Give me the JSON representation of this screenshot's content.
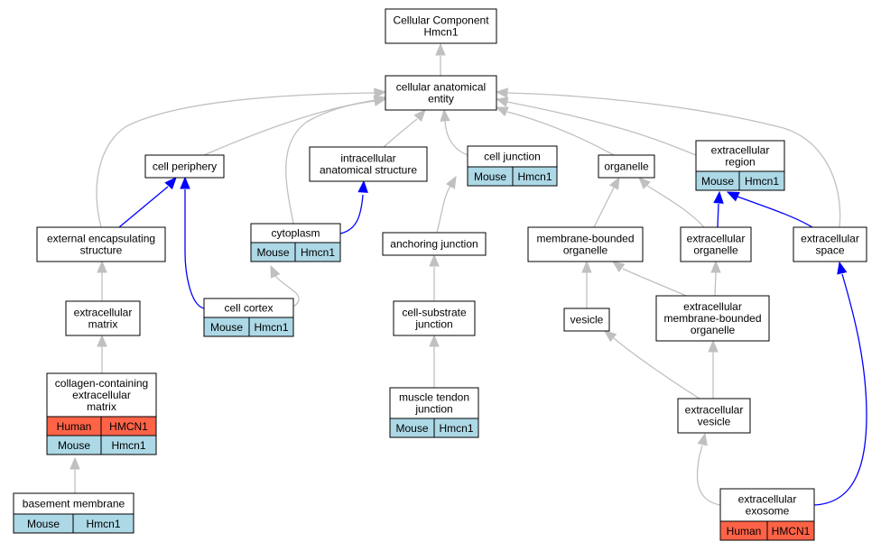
{
  "colors": {
    "gray_edge": "#c0c0c0",
    "blue_edge": "#0000ff",
    "mouse": "#add8e6",
    "human": "#ff6347",
    "node_fill": "#ffffff",
    "border": "#000000"
  },
  "nodes": [
    {
      "id": "cellular-component",
      "lines": [
        "Cellular Component",
        "Hmcn1"
      ],
      "rows": []
    },
    {
      "id": "cellular-anatomical-entity",
      "lines": [
        "cellular anatomical",
        "entity"
      ],
      "rows": []
    },
    {
      "id": "cell-periphery",
      "lines": [
        "cell periphery"
      ],
      "rows": []
    },
    {
      "id": "intracellular-anatomical-structure",
      "lines": [
        "intracellular",
        "anatomical structure"
      ],
      "rows": []
    },
    {
      "id": "cell-junction",
      "lines": [
        "cell junction"
      ],
      "rows": [
        {
          "species": "Mouse",
          "gene": "Hmcn1"
        }
      ]
    },
    {
      "id": "organelle",
      "lines": [
        "organelle"
      ],
      "rows": []
    },
    {
      "id": "extracellular-region",
      "lines": [
        "extracellular",
        "region"
      ],
      "rows": [
        {
          "species": "Mouse",
          "gene": "Hmcn1"
        }
      ]
    },
    {
      "id": "external-encapsulating-structure",
      "lines": [
        "external encapsulating",
        "structure"
      ],
      "rows": []
    },
    {
      "id": "cytoplasm",
      "lines": [
        "cytoplasm"
      ],
      "rows": [
        {
          "species": "Mouse",
          "gene": "Hmcn1"
        }
      ]
    },
    {
      "id": "anchoring-junction",
      "lines": [
        "anchoring junction"
      ],
      "rows": []
    },
    {
      "id": "membrane-bounded-organelle",
      "lines": [
        "membrane-bounded",
        "organelle"
      ],
      "rows": []
    },
    {
      "id": "extracellular-organelle",
      "lines": [
        "extracellular",
        "organelle"
      ],
      "rows": []
    },
    {
      "id": "extracellular-space",
      "lines": [
        "extracellular",
        "space"
      ],
      "rows": []
    },
    {
      "id": "extracellular-matrix",
      "lines": [
        "extracellular",
        "matrix"
      ],
      "rows": []
    },
    {
      "id": "cell-cortex",
      "lines": [
        "cell cortex"
      ],
      "rows": [
        {
          "species": "Mouse",
          "gene": "Hmcn1"
        }
      ]
    },
    {
      "id": "cell-substrate-junction",
      "lines": [
        "cell-substrate",
        "junction"
      ],
      "rows": []
    },
    {
      "id": "vesicle",
      "lines": [
        "vesicle"
      ],
      "rows": []
    },
    {
      "id": "extracellular-membrane-bounded-organelle",
      "lines": [
        "extracellular",
        "membrane-bounded",
        "organelle"
      ],
      "rows": []
    },
    {
      "id": "collagen-containing-extracellular-matrix",
      "lines": [
        "collagen-containing",
        "extracellular",
        "matrix"
      ],
      "rows": [
        {
          "species": "Human",
          "gene": "HMCN1"
        },
        {
          "species": "Mouse",
          "gene": "Hmcn1"
        }
      ]
    },
    {
      "id": "muscle-tendon-junction",
      "lines": [
        "muscle tendon",
        "junction"
      ],
      "rows": [
        {
          "species": "Mouse",
          "gene": "Hmcn1"
        }
      ]
    },
    {
      "id": "extracellular-vesicle",
      "lines": [
        "extracellular",
        "vesicle"
      ],
      "rows": []
    },
    {
      "id": "basement-membrane",
      "lines": [
        "basement membrane"
      ],
      "rows": [
        {
          "species": "Mouse",
          "gene": "Hmcn1"
        }
      ]
    },
    {
      "id": "extracellular-exosome",
      "lines": [
        "extracellular",
        "exosome"
      ],
      "rows": [
        {
          "species": "Human",
          "gene": "HMCN1"
        }
      ]
    }
  ],
  "edges": [
    {
      "from": "cellular-anatomical-entity",
      "to": "cellular-component",
      "kind": "is_a"
    },
    {
      "from": "cell-periphery",
      "to": "cellular-anatomical-entity",
      "kind": "is_a"
    },
    {
      "from": "intracellular-anatomical-structure",
      "to": "cellular-anatomical-entity",
      "kind": "is_a"
    },
    {
      "from": "cell-junction",
      "to": "cellular-anatomical-entity",
      "kind": "is_a"
    },
    {
      "from": "organelle",
      "to": "cellular-anatomical-entity",
      "kind": "is_a"
    },
    {
      "from": "extracellular-region",
      "to": "cellular-anatomical-entity",
      "kind": "is_a"
    },
    {
      "from": "external-encapsulating-structure",
      "to": "cellular-anatomical-entity",
      "kind": "is_a"
    },
    {
      "from": "cytoplasm",
      "to": "cellular-anatomical-entity",
      "kind": "is_a"
    },
    {
      "from": "extracellular-space",
      "to": "cellular-anatomical-entity",
      "kind": "is_a"
    },
    {
      "from": "external-encapsulating-structure",
      "to": "cell-periphery",
      "kind": "part_of"
    },
    {
      "from": "cell-cortex",
      "to": "cell-periphery",
      "kind": "part_of"
    },
    {
      "from": "cytoplasm",
      "to": "intracellular-anatomical-structure",
      "kind": "part_of"
    },
    {
      "from": "anchoring-junction",
      "to": "cell-junction",
      "kind": "is_a"
    },
    {
      "from": "membrane-bounded-organelle",
      "to": "organelle",
      "kind": "is_a"
    },
    {
      "from": "extracellular-organelle",
      "to": "organelle",
      "kind": "is_a"
    },
    {
      "from": "extracellular-organelle",
      "to": "extracellular-region",
      "kind": "part_of"
    },
    {
      "from": "extracellular-space",
      "to": "extracellular-region",
      "kind": "part_of"
    },
    {
      "from": "extracellular-matrix",
      "to": "external-encapsulating-structure",
      "kind": "is_a"
    },
    {
      "from": "cell-cortex",
      "to": "cytoplasm",
      "kind": "is_a"
    },
    {
      "from": "cell-substrate-junction",
      "to": "anchoring-junction",
      "kind": "is_a"
    },
    {
      "from": "vesicle",
      "to": "membrane-bounded-organelle",
      "kind": "is_a"
    },
    {
      "from": "extracellular-membrane-bounded-organelle",
      "to": "membrane-bounded-organelle",
      "kind": "is_a"
    },
    {
      "from": "extracellular-membrane-bounded-organelle",
      "to": "extracellular-organelle",
      "kind": "is_a"
    },
    {
      "from": "collagen-containing-extracellular-matrix",
      "to": "extracellular-matrix",
      "kind": "is_a"
    },
    {
      "from": "muscle-tendon-junction",
      "to": "cell-substrate-junction",
      "kind": "is_a"
    },
    {
      "from": "extracellular-vesicle",
      "to": "vesicle",
      "kind": "is_a"
    },
    {
      "from": "extracellular-vesicle",
      "to": "extracellular-membrane-bounded-organelle",
      "kind": "is_a"
    },
    {
      "from": "basement-membrane",
      "to": "collagen-containing-extracellular-matrix",
      "kind": "is_a"
    },
    {
      "from": "extracellular-exosome",
      "to": "extracellular-vesicle",
      "kind": "is_a"
    },
    {
      "from": "extracellular-exosome",
      "to": "extracellular-space",
      "kind": "part_of"
    }
  ]
}
